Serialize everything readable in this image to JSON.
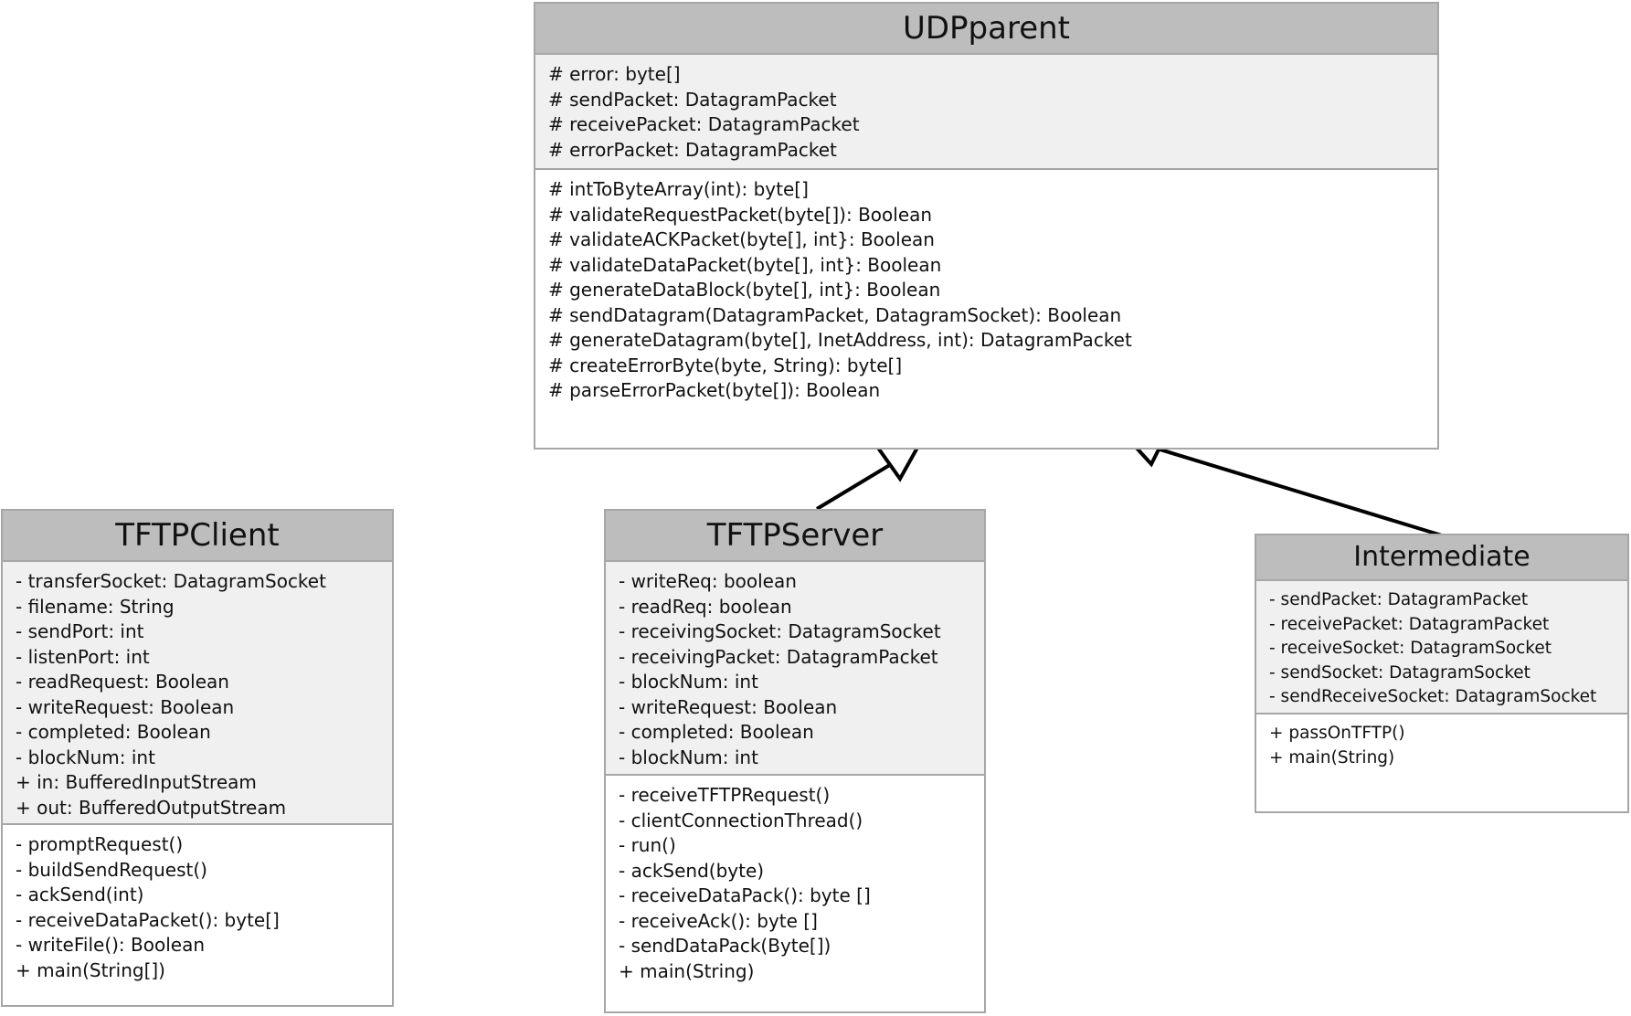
{
  "classes": {
    "udpparent": {
      "name": "UDPparent",
      "attributes": [
        "# error: byte[]",
        "# sendPacket: DatagramPacket",
        "# receivePacket: DatagramPacket",
        "# errorPacket: DatagramPacket"
      ],
      "methods": [
        "# intToByteArray(int): byte[]",
        "# validateRequestPacket(byte[]): Boolean",
        "# validateACKPacket(byte[], int}: Boolean",
        "# validateDataPacket(byte[], int}: Boolean",
        "# generateDataBlock(byte[], int}: Boolean",
        "# sendDatagram(DatagramPacket, DatagramSocket): Boolean",
        "# generateDatagram(byte[], InetAddress, int): DatagramPacket",
        "# createErrorByte(byte, String): byte[]",
        "# parseErrorPacket(byte[]): Boolean"
      ]
    },
    "tftpclient": {
      "name": "TFTPClient",
      "attributes": [
        "- transferSocket: DatagramSocket",
        "- filename: String",
        "- sendPort: int",
        "- listenPort: int",
        "- readRequest: Boolean",
        "- writeRequest: Boolean",
        "- completed: Boolean",
        "- blockNum: int",
        "+ in: BufferedInputStream",
        "+ out: BufferedOutputStream"
      ],
      "methods": [
        "- promptRequest()",
        "- buildSendRequest()",
        "- ackSend(int)",
        "- receiveDataPacket(): byte[]",
        "- writeFile(): Boolean",
        "+ main(String[])"
      ]
    },
    "tftpserver": {
      "name": "TFTPServer",
      "attributes": [
        "- writeReq: boolean",
        "- readReq: boolean",
        "- receivingSocket: DatagramSocket",
        "- receivingPacket: DatagramPacket",
        "- blockNum: int",
        "- writeRequest: Boolean",
        "- completed: Boolean",
        "- blockNum: int"
      ],
      "methods": [
        "- receiveTFTPRequest()",
        "- clientConnectionThread()",
        "- run()",
        "- ackSend(byte)",
        "- receiveDataPack(): byte []",
        "- receiveAck(): byte []",
        "- sendDataPack(Byte[])",
        "+ main(String)"
      ]
    },
    "intermediate": {
      "name": "Intermediate",
      "attributes": [
        "- sendPacket: DatagramPacket",
        "- receivePacket: DatagramPacket",
        "- receiveSocket: DatagramSocket",
        "- sendSocket: DatagramSocket",
        "- sendReceiveSocket: DatagramSocket"
      ],
      "methods": [
        "+ passOnTFTP()",
        "+ main(String)"
      ]
    }
  },
  "relationships": [
    {
      "type": "generalization",
      "from": "tftpserver",
      "to": "udpparent"
    },
    {
      "type": "generalization",
      "from": "intermediate",
      "to": "udpparent"
    }
  ]
}
